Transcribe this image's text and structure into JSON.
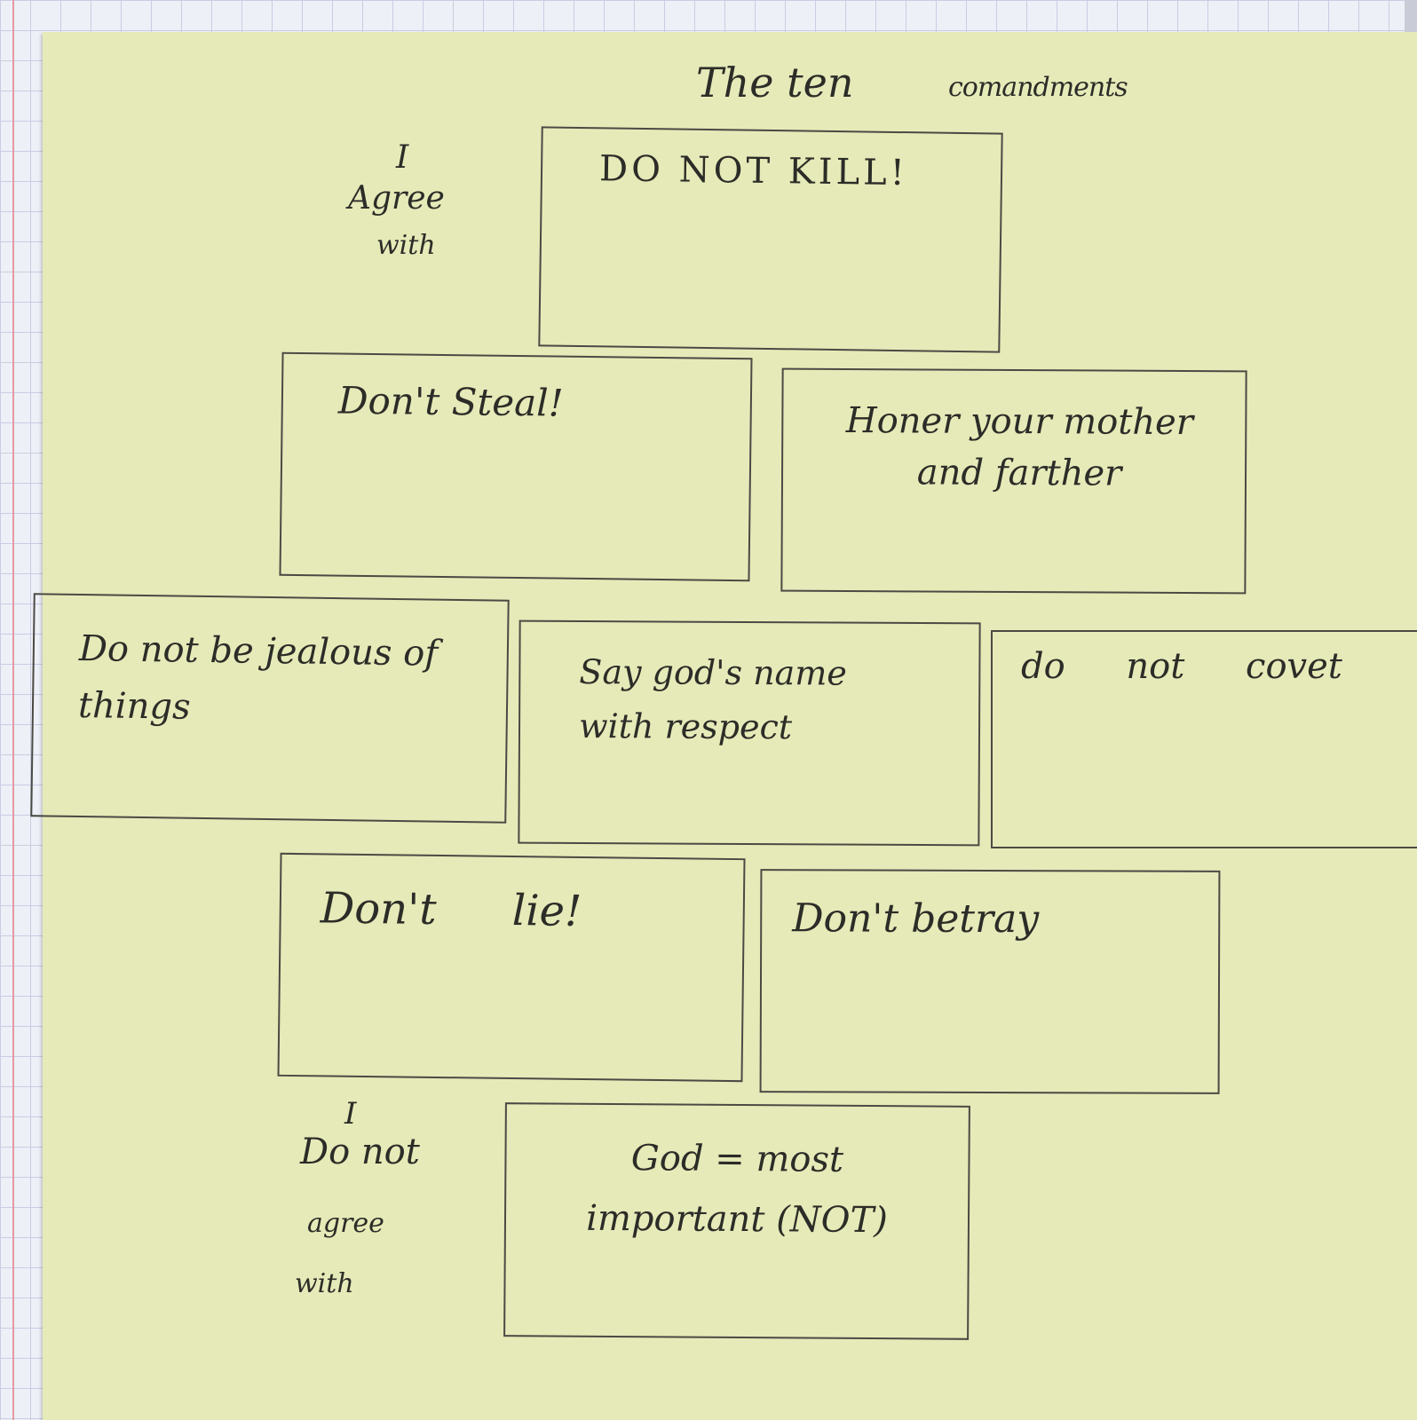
{
  "worksheet": {
    "title": "The ten",
    "title_second_word": "comandments",
    "agree_label": [
      "I",
      "Agree",
      "with"
    ],
    "disagree_label": [
      "I",
      "Do not",
      "agree",
      "with"
    ],
    "boxes": [
      {
        "text": "DO NOT KILL!"
      },
      {
        "text": "Don't Steal!"
      },
      {
        "text": "Honer your mother and farther"
      },
      {
        "text": "Do not be jealous of things"
      },
      {
        "text": "Say god's name with respect"
      },
      {
        "text": "do not covet"
      },
      {
        "text": "Don't lie!"
      },
      {
        "text": "Don't betray"
      },
      {
        "text": "God = most important (NOT)"
      }
    ]
  },
  "colors": {
    "sheet": "#e6eab8",
    "ink": "#2c2c28",
    "notebook_lines": "#c9cde3",
    "margin_line": "#e59aa3"
  }
}
